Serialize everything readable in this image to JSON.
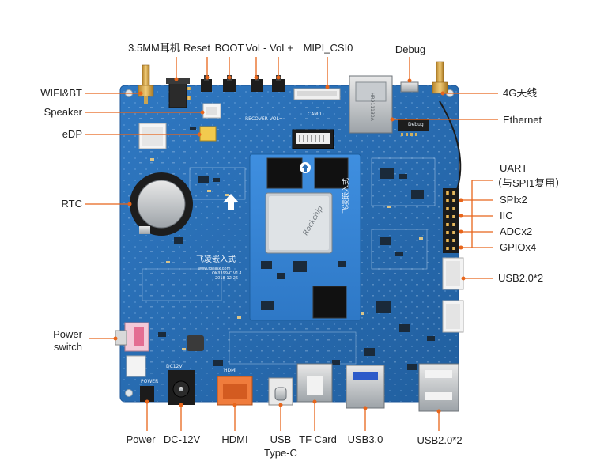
{
  "labels": {
    "audio_jack": "3.5MM耳机",
    "reset": "Reset",
    "boot": "BOOT",
    "vol_minus": "VoL-",
    "vol_plus": "VoL+",
    "mipi_csi": "MIPI_CSI0",
    "debug": "Debug",
    "wifi_bt": "WIFI&BT",
    "speaker": "Speaker",
    "edp": "eDP",
    "lte": "4G天线",
    "ethernet": "Ethernet",
    "uart": "UART",
    "uart_note": "（与SPI1复用）",
    "spi": "SPIx2",
    "iic": "IIC",
    "adc": "ADCx2",
    "gpio": "GPIOx4",
    "rtc": "RTC",
    "usb2_right": "USB2.0*2",
    "power_switch_1": "Power",
    "power_switch_2": "switch",
    "power": "Power",
    "dc12v": "DC-12V",
    "hdmi": "HDMI",
    "usb_typec_1": "USB",
    "usb_typec_2": "Type-C",
    "tf_card": "TF Card",
    "usb3": "USB3.0",
    "usb2_bottom": "USB2.0*2"
  },
  "board_text": {
    "brand": "飞凌嵌入式",
    "site": "www.forlinx.com",
    "model": "OK3399-C V1.1",
    "date": "2018-12-26",
    "som_brand": "飞凌嵌入式",
    "soc_logo": "Rockchip",
    "ethernet_part": "HR911130A",
    "dc_text": "DC12V",
    "power_text": "POWER",
    "hdmi_text": "HDMI",
    "debug_silk": "Debug",
    "cam_silk": "CAM0"
  },
  "colors": {
    "callout": "#e8651a",
    "board": "#2a6fb8",
    "board_edge": "#1d5596",
    "som": "#3a86d6",
    "label_text": "#222222"
  },
  "icons": {
    "arrow_up": "arrow-up-icon",
    "antenna": "antenna-icon"
  }
}
